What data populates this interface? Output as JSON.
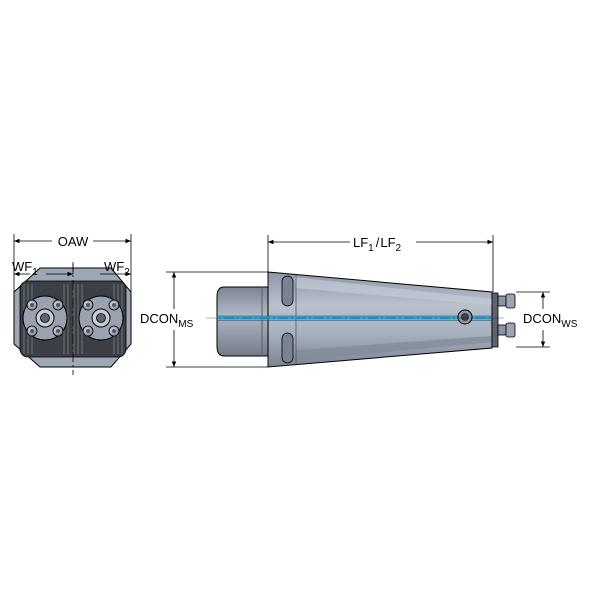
{
  "dimensions": {
    "oaw": "OAW",
    "wf1": {
      "base": "WF",
      "sub": "1"
    },
    "wf2": {
      "base": "WF",
      "sub": "2"
    },
    "lf": {
      "base1": "LF",
      "sub1": "1",
      "sep": "/",
      "base2": "LF",
      "sub2": "2"
    },
    "dcon_ms": {
      "base": "DCON",
      "sub": "MS"
    },
    "dcon_ws": {
      "base": "DCON",
      "sub": "WS"
    }
  },
  "colors": {
    "body": "#9ea7b6",
    "body_light": "#b5bdca",
    "body_dark": "#6f7786",
    "face_dark": "#3c3f45",
    "coolant": "#2aa3d9",
    "line": "#000000"
  }
}
